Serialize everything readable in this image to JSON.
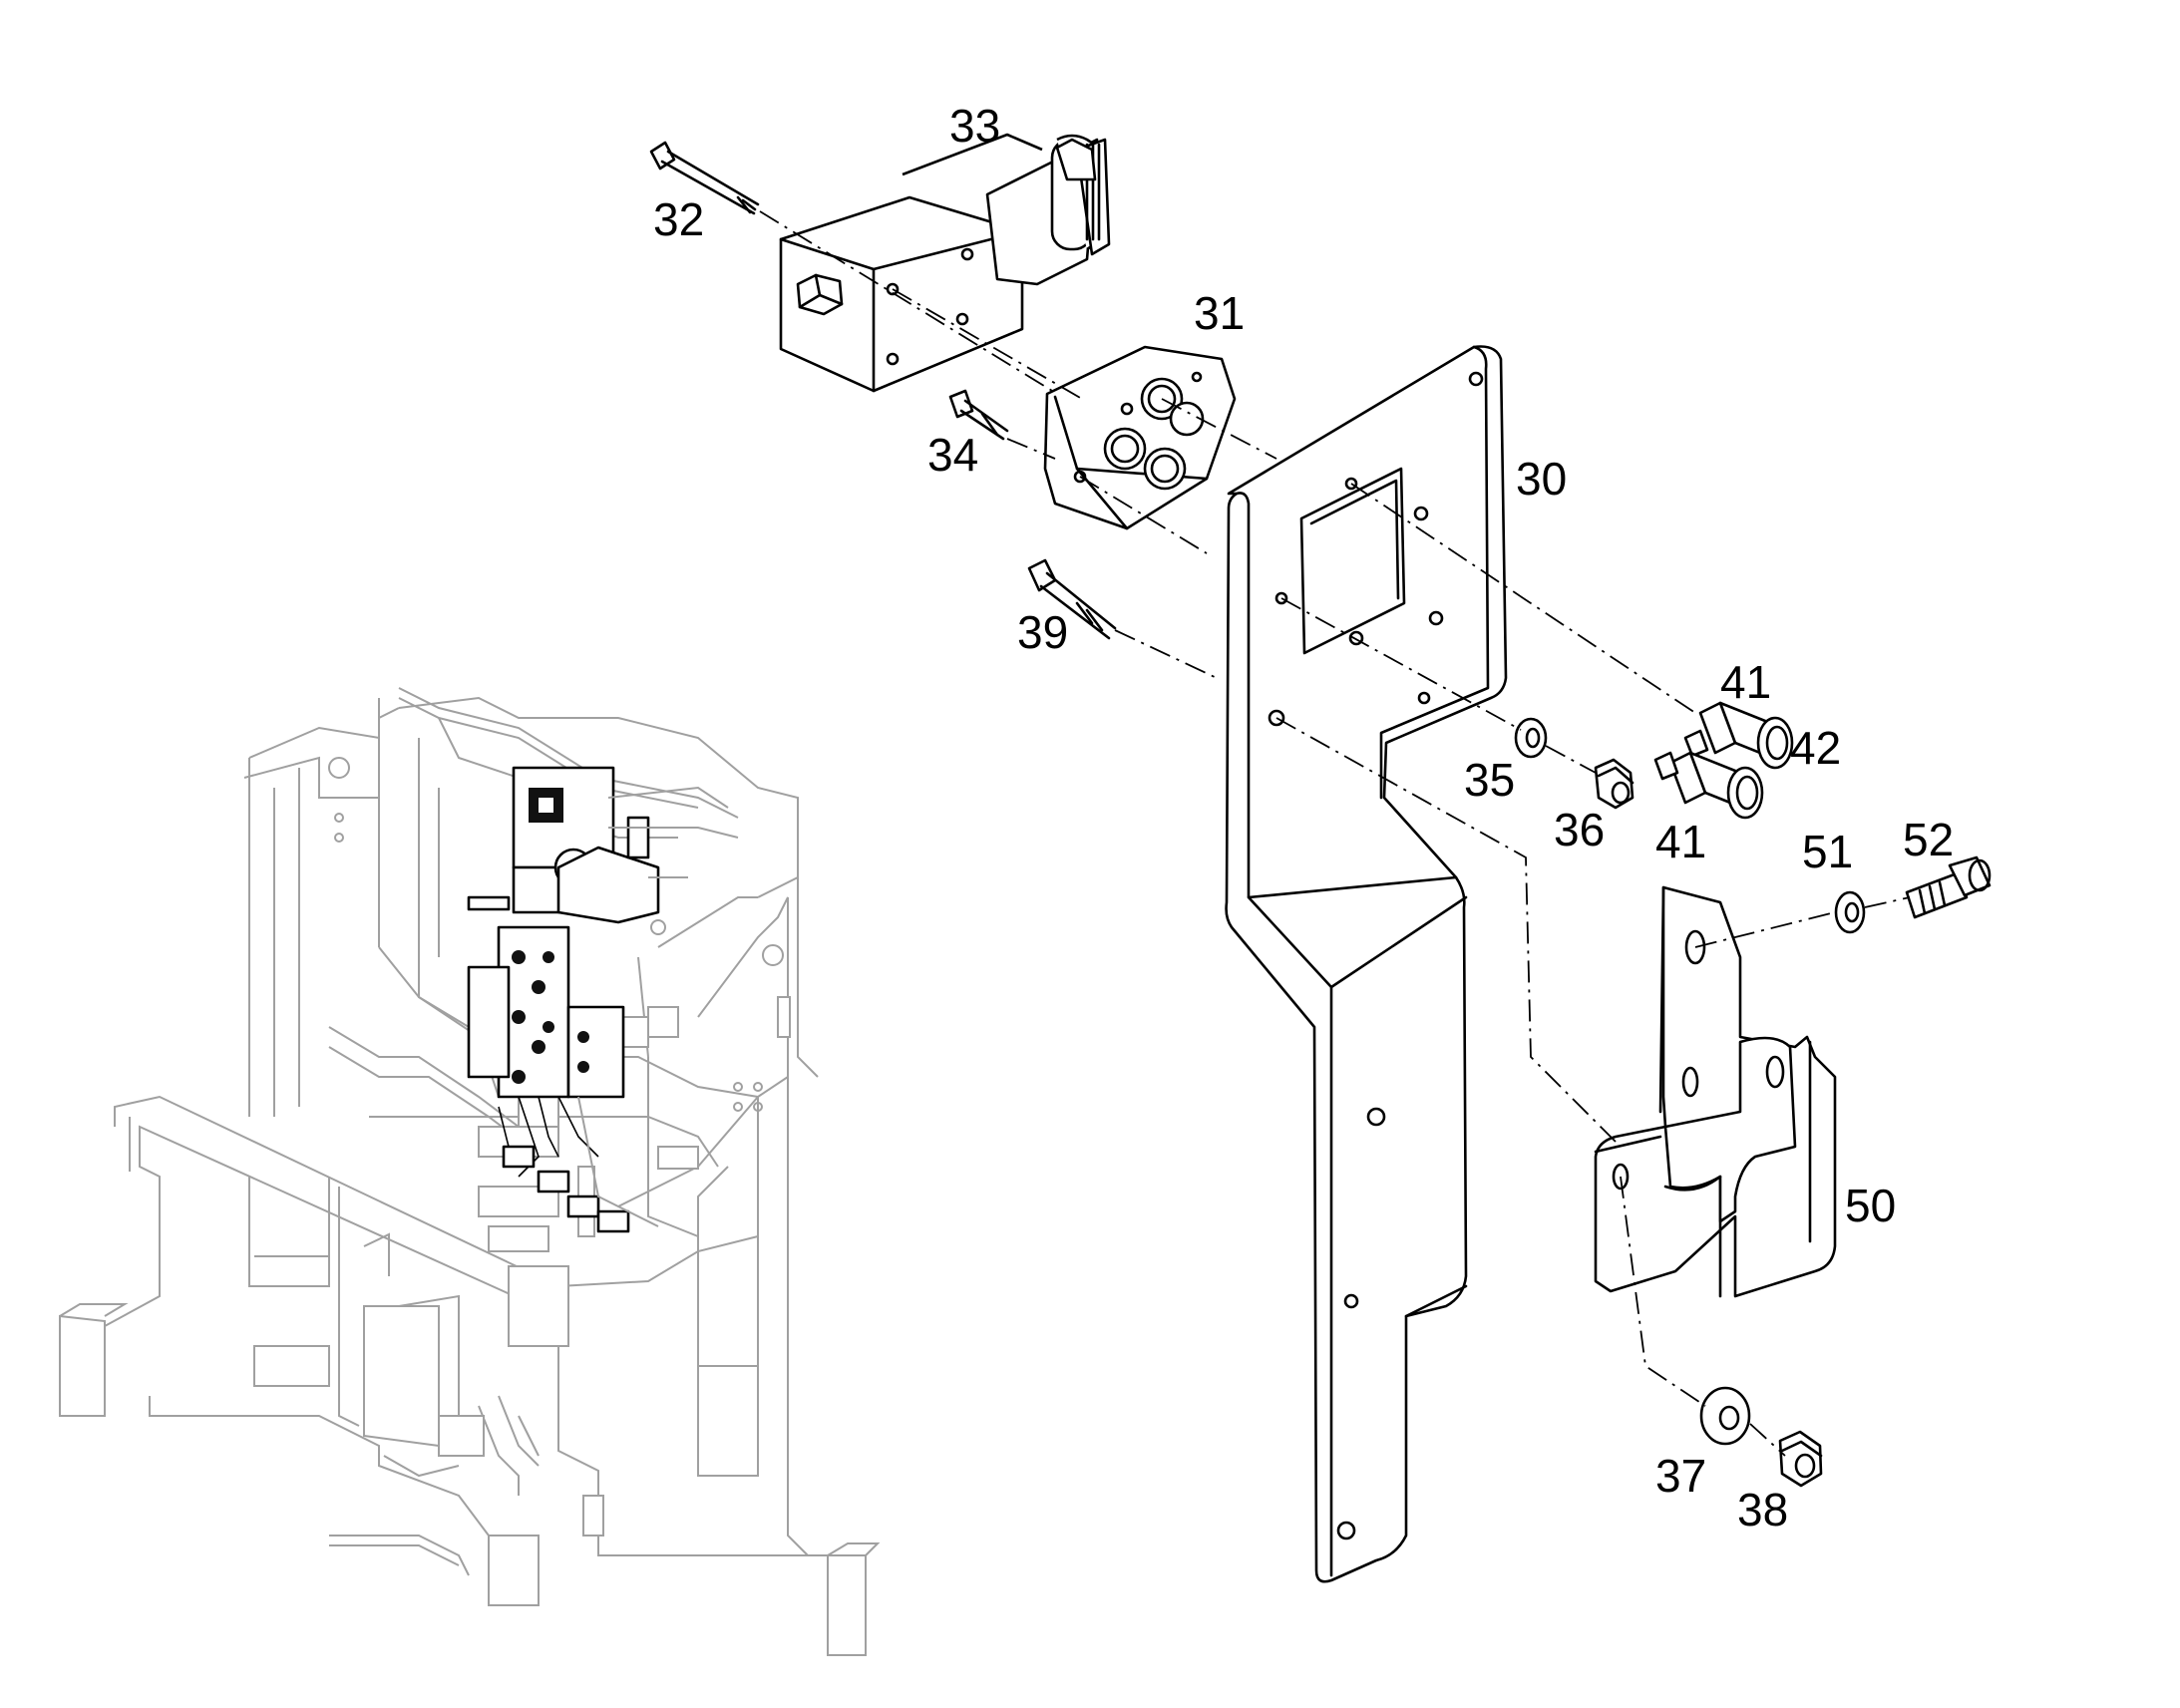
{
  "callouts": {
    "c30": "30",
    "c31": "31",
    "c32": "32",
    "c33": "33",
    "c34": "34",
    "c35": "35",
    "c36": "36",
    "c37": "37",
    "c38": "38",
    "c39": "39",
    "c41a": "41",
    "c41b": "41",
    "c42": "42",
    "c50": "50",
    "c51": "51",
    "c52": "52"
  },
  "colors": {
    "ink": "#000000",
    "context_frame": "#a0a0a0",
    "background": "#ffffff"
  }
}
